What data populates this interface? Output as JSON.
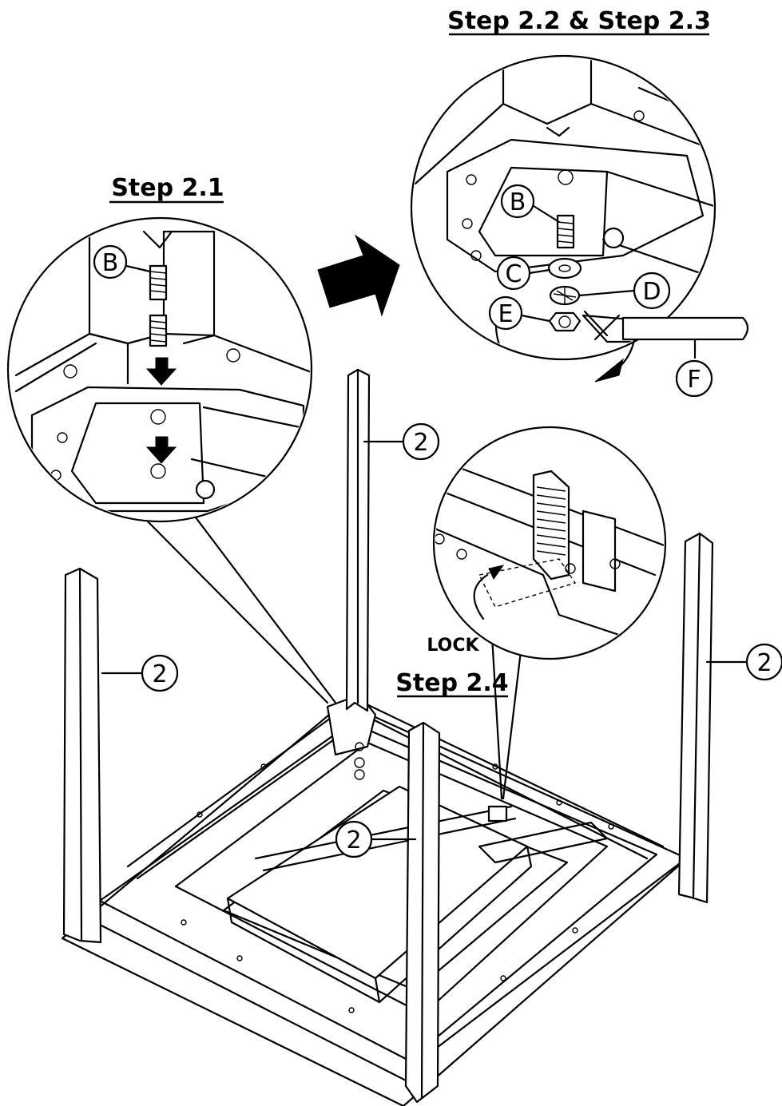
{
  "steps": {
    "step_2_1": "Step 2.1",
    "step_2_2_2_3": "Step 2.2 & Step 2.3",
    "step_2_4": "Step 2.4",
    "lock": "LOCK"
  },
  "parts": {
    "b_left": "B",
    "b_right": "B",
    "c": "C",
    "d": "D",
    "e": "E",
    "f": "F",
    "leg_top": "2",
    "leg_left": "2",
    "leg_right": "2",
    "leg_front": "2"
  }
}
